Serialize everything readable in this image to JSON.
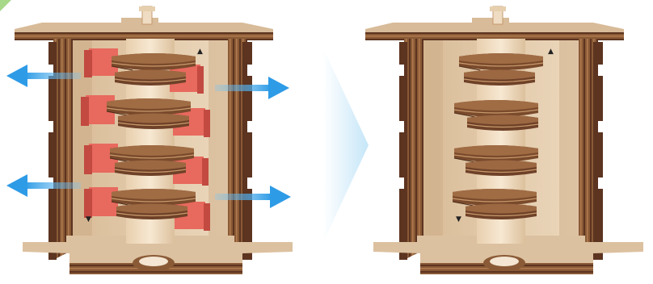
{
  "diagram": {
    "kind": "before-after assembly illustration",
    "direction_symbols": {
      "up_marker": "▲",
      "down_marker": "▼"
    },
    "before": {
      "spacers_visible": true,
      "spacer_color": "#e8695e",
      "spacer_count": 8,
      "removal_arrows": 4,
      "arrow_color": "#3aa6e8"
    },
    "after": {
      "spacers_visible": false,
      "spacer_count": 0
    },
    "transition_arrow_color": "#cfeaf8",
    "colors": {
      "plywood_face": "#e2c8a8",
      "plywood_light": "#efdcc2",
      "wood_dark": "#6b4026",
      "wood_mid": "#9a6a45",
      "shaft": "#f0dcc0",
      "accent_corner": "#a8d88a"
    }
  }
}
